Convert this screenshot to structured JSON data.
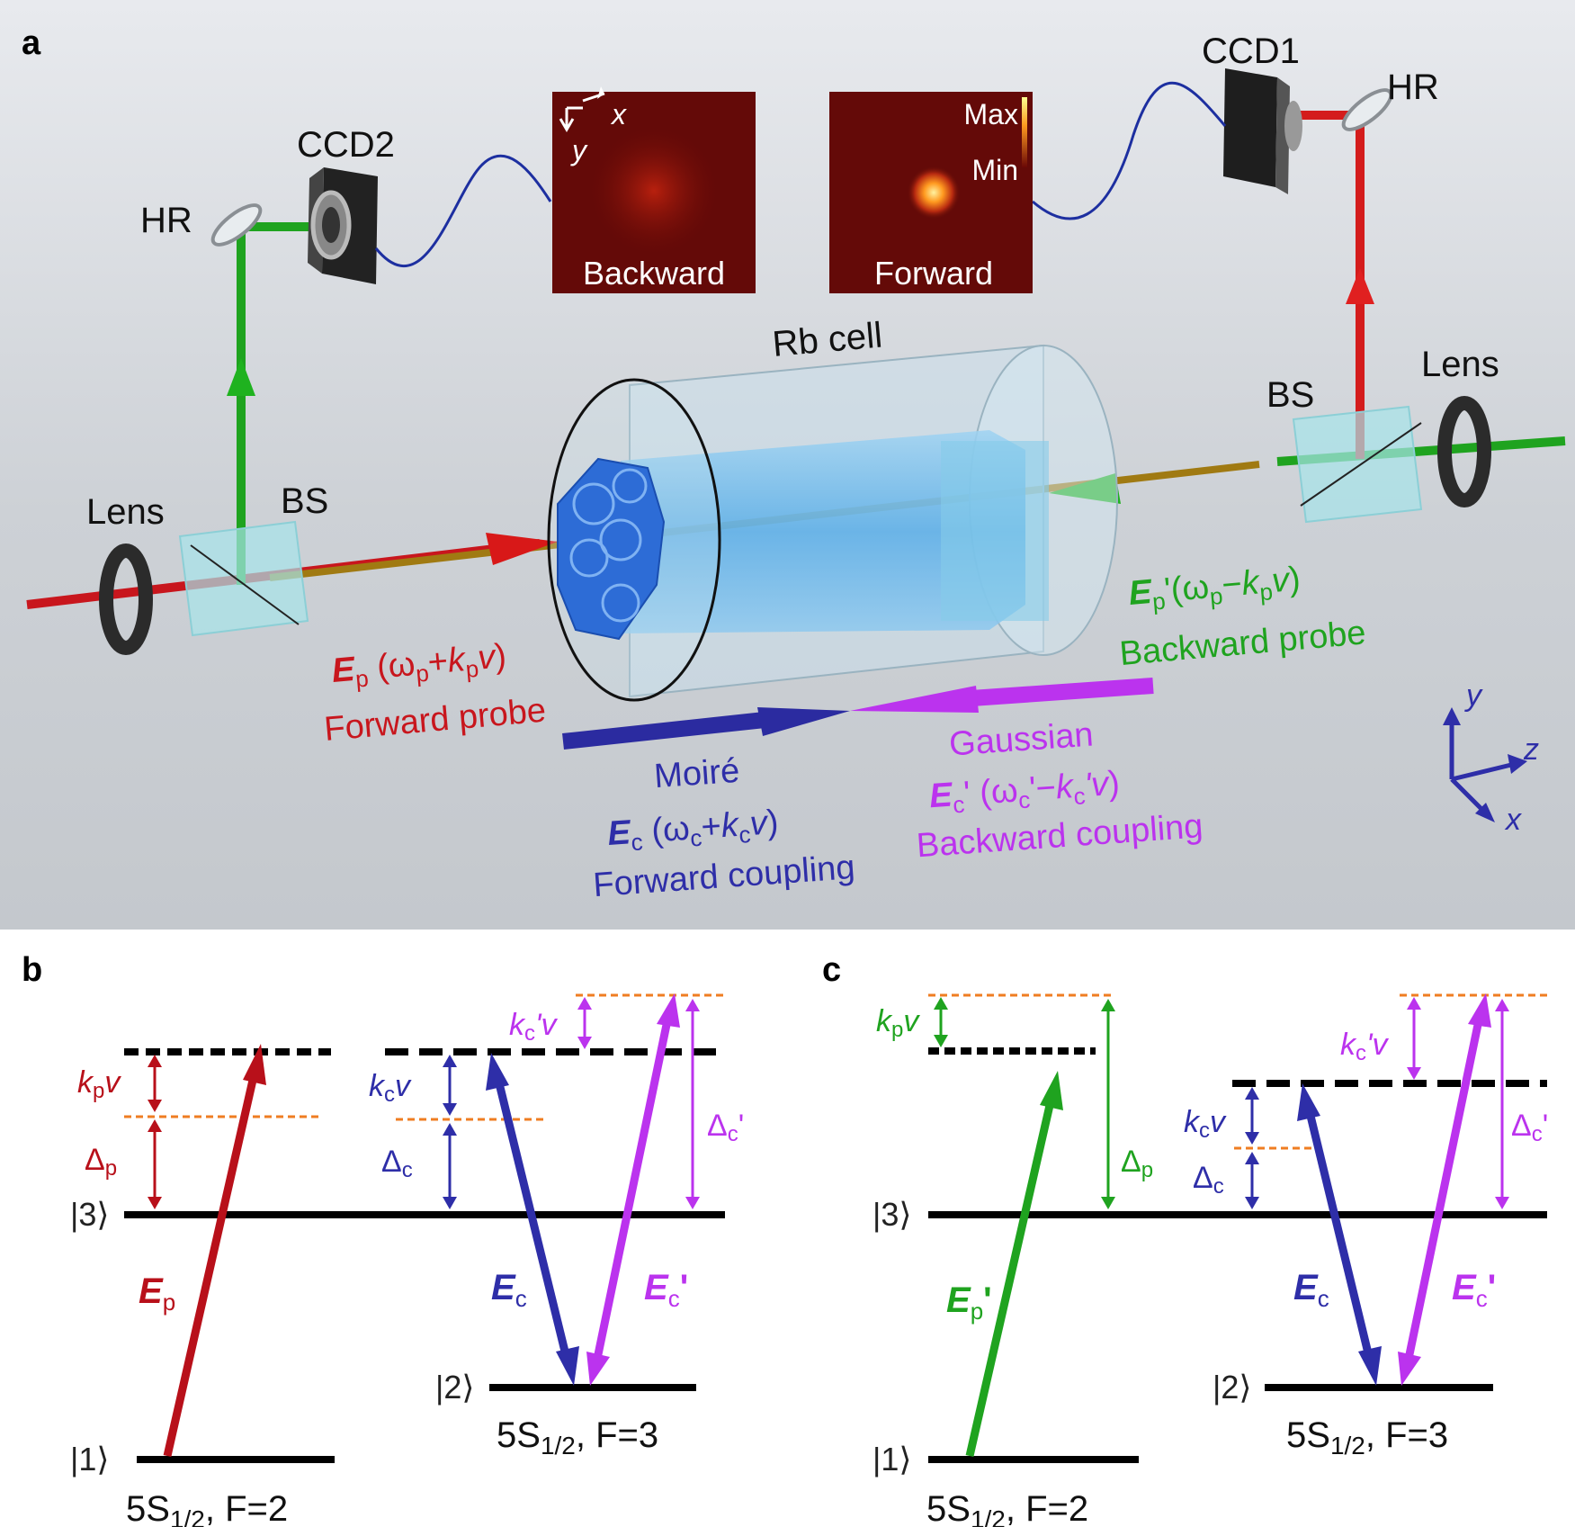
{
  "panels": {
    "a": "a",
    "b": "b",
    "c": "c"
  },
  "setup": {
    "ccd1": "CCD1",
    "ccd2": "CCD2",
    "hr_left": "HR",
    "hr_right": "HR",
    "lens_left": "Lens",
    "lens_right": "Lens",
    "bs_left": "BS",
    "bs_right": "BS",
    "cell": "Rb cell",
    "img_backward": {
      "label": "Backward",
      "x_axis": "x",
      "y_axis": "y"
    },
    "img_forward": {
      "label": "Forward",
      "max": "Max",
      "min": "Min"
    },
    "forward_probe_field": "E",
    "forward_probe_sub": "p",
    "forward_probe_freq_open": " (ω",
    "forward_probe_freq_sub": "p",
    "forward_probe_freq_plus": "+",
    "forward_probe_k": "k",
    "forward_probe_k_sub": "p",
    "forward_probe_v": "v",
    "forward_probe_close": ")",
    "forward_probe": "Forward probe",
    "backward_probe_field": "E",
    "backward_probe_sub": "p",
    "backward_probe_freq_open": "'(ω",
    "backward_probe_freq_sub": "p",
    "backward_probe_minus": "−",
    "backward_probe_k": "k",
    "backward_probe_k_sub": "p",
    "backward_probe_v": "v",
    "backward_probe_close": ")",
    "backward_probe": "Backward probe",
    "moire": "Moiré",
    "fc_field": "E",
    "fc_sub": "c",
    "fc_open": " (ω",
    "fc_freq_sub": "c",
    "fc_plus": "+",
    "fc_k": "k",
    "fc_k_sub": "c",
    "fc_v": "v",
    "fc_close": ")",
    "forward_coupling": "Forward coupling",
    "gaussian": "Gaussian",
    "bc_field": "E",
    "bc_sub": "c",
    "bc_open": "' (ω",
    "bc_freq_sub": "c",
    "bc_mid": "'−",
    "bc_k": "k",
    "bc_k_sub": "c",
    "bc_v": "'v",
    "bc_close": ")",
    "backward_coupling": "Backward coupling",
    "axes": {
      "x": "x",
      "y": "y",
      "z": "z"
    }
  },
  "levels_b": {
    "state1": "|1⟩",
    "state2": "|2⟩",
    "state3": "|3⟩",
    "ground1": "5S",
    "ground1_sub": "1/2",
    "ground1_tail": ", F=2",
    "ground2": "5S",
    "ground2_sub": "1/2",
    "ground2_tail": ", F=3",
    "kpv_k": "k",
    "kpv_sub": "p",
    "kpv_v": "v",
    "delta_p": "Δ",
    "delta_p_sub": "p",
    "kcv_k": "k",
    "kcv_sub": "c",
    "kcv_v": "v",
    "delta_c": "Δ",
    "delta_c_sub": "c",
    "kcpv_k": "k",
    "kcpv_sub": "c",
    "kcpv_v": "'v",
    "delta_cp": "Δ",
    "delta_cp_sub": "c",
    "delta_cp_prime": "'",
    "ep": "E",
    "ep_sub": "p",
    "ec": "E",
    "ec_sub": "c",
    "ecp": "E",
    "ecp_sub": "c",
    "ecp_prime": "'"
  },
  "levels_c": {
    "state1": "|1⟩",
    "state2": "|2⟩",
    "state3": "|3⟩",
    "ground1": "5S",
    "ground1_sub": "1/2",
    "ground1_tail": ", F=2",
    "ground2": "5S",
    "ground2_sub": "1/2",
    "ground2_tail": ", F=3",
    "kpv_k": "k",
    "kpv_sub": "p",
    "kpv_v": "v",
    "delta_p": "Δ",
    "delta_p_sub": "p",
    "kcv_k": "k",
    "kcv_sub": "c",
    "kcv_v": "v",
    "delta_c": "Δ",
    "delta_c_sub": "c",
    "kcpv_k": "k",
    "kcpv_sub": "c",
    "kcpv_v": "'v",
    "delta_cp": "Δ",
    "delta_cp_sub": "c",
    "delta_cp_prime": "'",
    "epp": "E",
    "epp_sub": "p",
    "epp_prime": "'",
    "ec": "E",
    "ec_sub": "c",
    "ecp": "E",
    "ecp_sub": "c",
    "ecp_prime": "'"
  },
  "colors": {
    "red": "#c8161d",
    "green": "#1fa31f",
    "blue": "#2e2ea8",
    "purple": "#bb33ee",
    "orange": "#ef7d22",
    "bg_top": "#cfd3d8"
  }
}
